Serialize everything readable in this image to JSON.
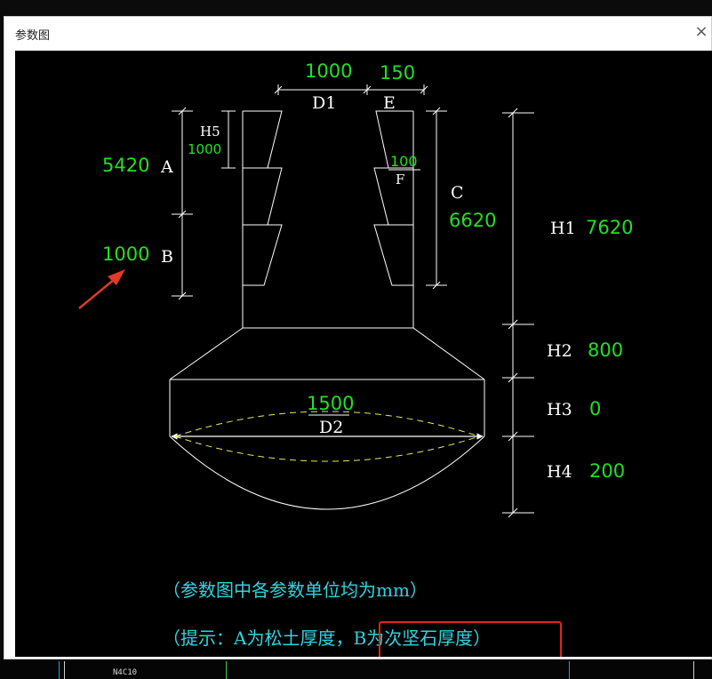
{
  "window": {
    "title": "参数图",
    "close_glyph": "×"
  },
  "labels": {
    "A": "A",
    "B": "B",
    "C": "C",
    "D1": "D1",
    "D2": "D2",
    "E": "E",
    "F": "F",
    "H1": "H1",
    "H2": "H2",
    "H3": "H3",
    "H4": "H4",
    "H5": "H5"
  },
  "values": {
    "A": "5420",
    "B": "1000",
    "C": "6620",
    "D1": "1000",
    "D2": "1500",
    "E": "150",
    "F": "100",
    "H1": "7620",
    "H2": "800",
    "H3": "0",
    "H4": "200",
    "H5": "1000"
  },
  "notes": {
    "unit": "（参数图中各参数单位均为mm）",
    "hint_prefix": "（提示：A为松土厚度，",
    "hint_highlight": "B为次坚石厚度）"
  },
  "taskbar": {
    "label": "N4C10"
  },
  "colors": {
    "annotation_green": "#22e022",
    "note_cyan": "#2fd4e0",
    "highlight_red": "#e0241c",
    "arrow_red": "#e03a2a"
  }
}
